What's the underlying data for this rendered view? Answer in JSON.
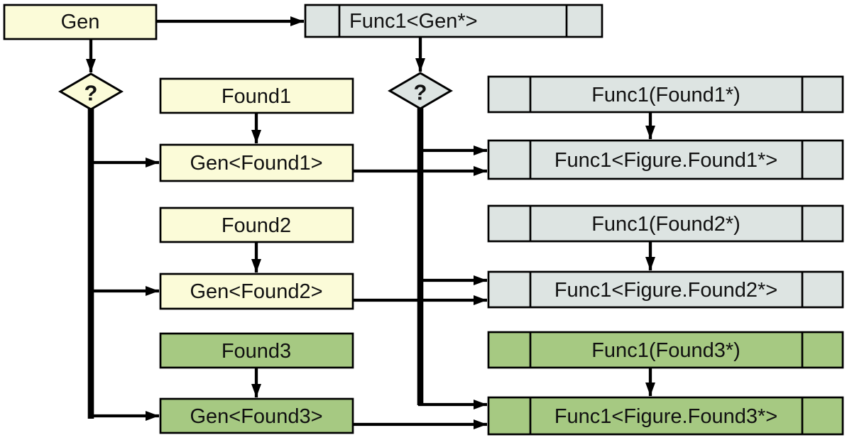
{
  "colors": {
    "yellow": "#FBFBD8",
    "gray": "#DDE4E2",
    "green": "#A6C982",
    "line": "#000000",
    "text": "#111111",
    "background": "#FFFFFF"
  },
  "nodes": {
    "gen": {
      "label": "Gen"
    },
    "func1_gen": {
      "label": "Func1<Gen*>"
    },
    "decision_left": {
      "label": "?"
    },
    "decision_right": {
      "label": "?"
    },
    "found1": {
      "label": "Found1"
    },
    "gen_found1": {
      "label": "Gen<Found1>"
    },
    "func1_found1": {
      "label": "Func1(Found1*)"
    },
    "func1_figure_found1": {
      "label": "Func1<Figure.Found1*>"
    },
    "found2": {
      "label": "Found2"
    },
    "gen_found2": {
      "label": "Gen<Found2>"
    },
    "func1_found2": {
      "label": "Func1(Found2*)"
    },
    "func1_figure_found2": {
      "label": "Func1<Figure.Found2*>"
    },
    "found3": {
      "label": "Found3"
    },
    "gen_found3": {
      "label": "Gen<Found3>"
    },
    "func1_found3": {
      "label": "Func1(Found3*)"
    },
    "func1_figure_found3": {
      "label": "Func1<Figure.Found3*>"
    }
  }
}
